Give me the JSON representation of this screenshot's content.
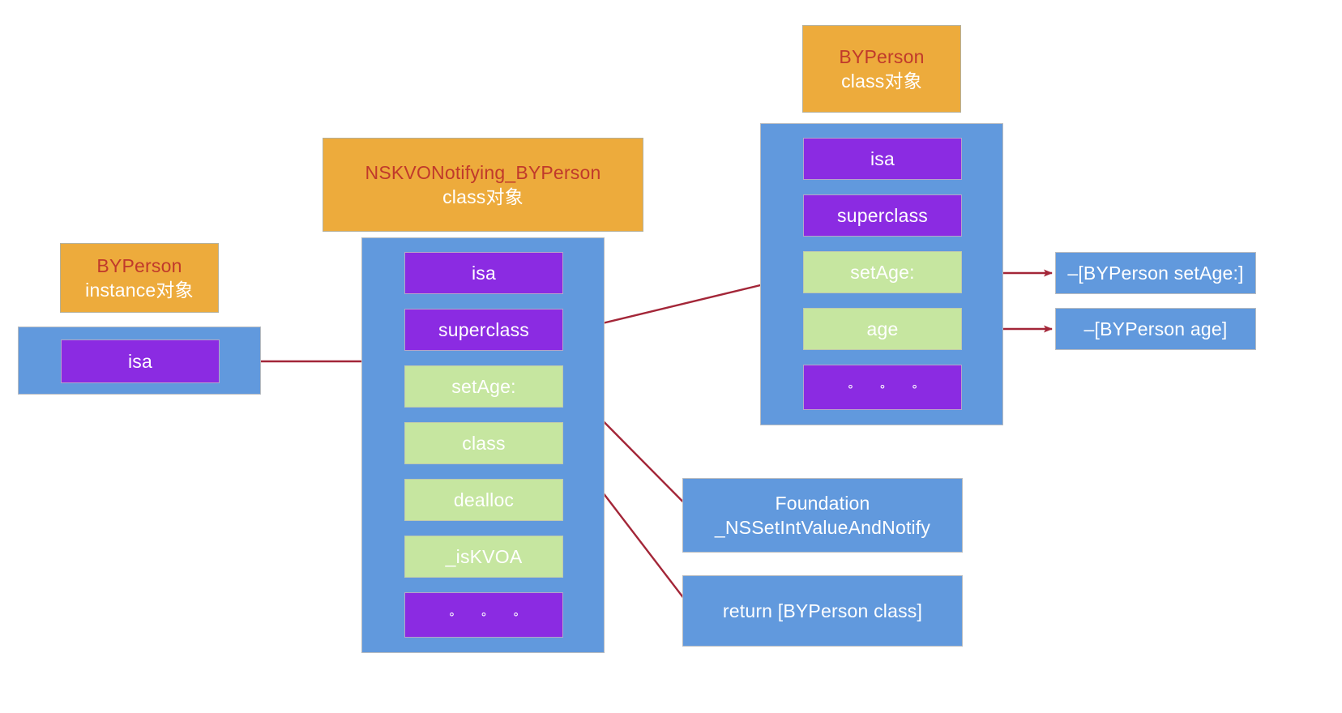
{
  "diagram": {
    "title": "KVO isa-swizzling object graph",
    "colors": {
      "orange_card": "#edab3c",
      "blue_container": "#6199dd",
      "purple_slot": "#8b2be2",
      "green_slot": "#c6e6a0",
      "arrow": "#a32638",
      "title_text_red": "#c0392b",
      "background": "#ffffff"
    }
  },
  "instance_object": {
    "card": {
      "line1": "BYPerson",
      "line2": "instance对象"
    },
    "slots": [
      {
        "label": "isa",
        "kind": "purple"
      }
    ]
  },
  "kvo_class_object": {
    "card": {
      "line1": "NSKVONotifying_BYPerson",
      "line2": "class对象"
    },
    "slots": [
      {
        "label": "isa",
        "kind": "purple"
      },
      {
        "label": "superclass",
        "kind": "purple"
      },
      {
        "label": "setAge:",
        "kind": "green"
      },
      {
        "label": "class",
        "kind": "green"
      },
      {
        "label": "dealloc",
        "kind": "green"
      },
      {
        "label": "_isKVOA",
        "kind": "green"
      },
      {
        "label": "∘  ∘  ∘",
        "kind": "purple"
      }
    ]
  },
  "byperson_class_object": {
    "card": {
      "line1": "BYPerson",
      "line2": "class对象"
    },
    "slots": [
      {
        "label": "isa",
        "kind": "purple"
      },
      {
        "label": "superclass",
        "kind": "purple"
      },
      {
        "label": "setAge:",
        "kind": "green"
      },
      {
        "label": "age",
        "kind": "green"
      },
      {
        "label": "∘  ∘  ∘",
        "kind": "purple"
      }
    ]
  },
  "callouts": {
    "set_age_imp": "–[BYPerson setAge:]",
    "age_imp": "–[BYPerson age]",
    "foundation_line1": "Foundation",
    "foundation_line2": "_NSSetIntValueAndNotify",
    "return_class": "return [BYPerson class]"
  }
}
